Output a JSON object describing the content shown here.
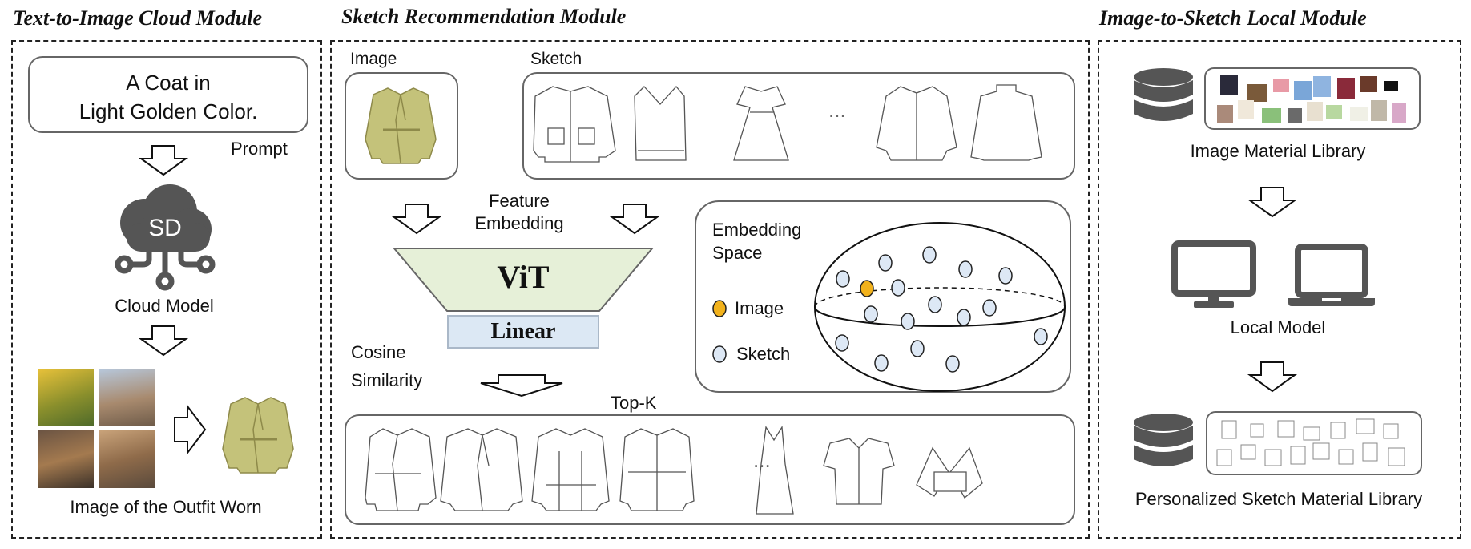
{
  "sections": {
    "t2i_title": "Text-to-Image Cloud Module",
    "sketch_rec_title": "Sketch Recommendation Module",
    "i2s_title": "Image-to-Sketch Local Module"
  },
  "t2i": {
    "prompt_line1": "A Coat in",
    "prompt_line2": "Light Golden Color.",
    "prompt_label": "Prompt",
    "sd_text": "SD",
    "cloud_model_label": "Cloud Model",
    "outfit_label": "Image of the Outfit Worn"
  },
  "rec": {
    "image_label": "Image",
    "sketch_label": "Sketch",
    "ellipsis": "...",
    "feature_embedding_line1": "Feature",
    "feature_embedding_line2": "Embedding",
    "vit_label": "ViT",
    "linear_label": "Linear",
    "cosine_line1": "Cosine",
    "cosine_line2": "Similarity",
    "embedding_space_line1": "Embedding",
    "embedding_space_line2": "Space",
    "legend_image": "Image",
    "legend_sketch": "Sketch",
    "topk_label": "Top-K",
    "topk_ellipsis": "..."
  },
  "local": {
    "image_library_label": "Image Material Library",
    "local_model_label": "Local Model",
    "sketch_library_label": "Personalized Sketch Material Library"
  },
  "colors": {
    "vit_fill": "#e6f0d8",
    "linear_fill": "#dce8f4",
    "image_dot": "#f2b21c",
    "sketch_dot": "#dde8f5",
    "coat": "#c4c27a",
    "icon_gray": "#555555"
  }
}
